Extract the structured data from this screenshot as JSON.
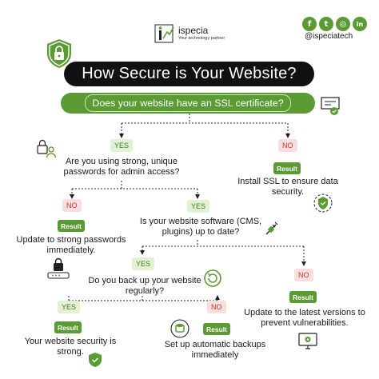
{
  "brand": {
    "name": "ispecia",
    "tagline": "Your technology partner"
  },
  "social": {
    "icons": [
      {
        "name": "facebook-icon",
        "glyph": "f"
      },
      {
        "name": "twitter-icon",
        "glyph": "t"
      },
      {
        "name": "instagram-icon",
        "glyph": "◎"
      },
      {
        "name": "linkedin-icon",
        "glyph": "in"
      }
    ],
    "handle": "@ispeciatech"
  },
  "title": "How Secure is Your Website?",
  "question_ssl": "Does your website have an SSL certificate?",
  "labels": {
    "yes": "YES",
    "no": "NO",
    "result": "Result"
  },
  "nodes": {
    "q_password": "Are you using strong, unique passwords for admin access?",
    "r_install_ssl": "Install SSL to ensure data security.",
    "r_update_passwords": "Update to strong passwords immediately.",
    "q_software": "Is your website software (CMS, plugins) up to date?",
    "q_backup": "Do you back up your website regularly?",
    "r_update_versions": "Update to the latest versions to prevent vulnerabilities.",
    "r_strong": "Your website security is strong.",
    "r_backups": "Set up automatic backups immediately"
  },
  "colors": {
    "accent": "#5b9b34",
    "dark": "#111111",
    "no_red": "#c0392b"
  }
}
